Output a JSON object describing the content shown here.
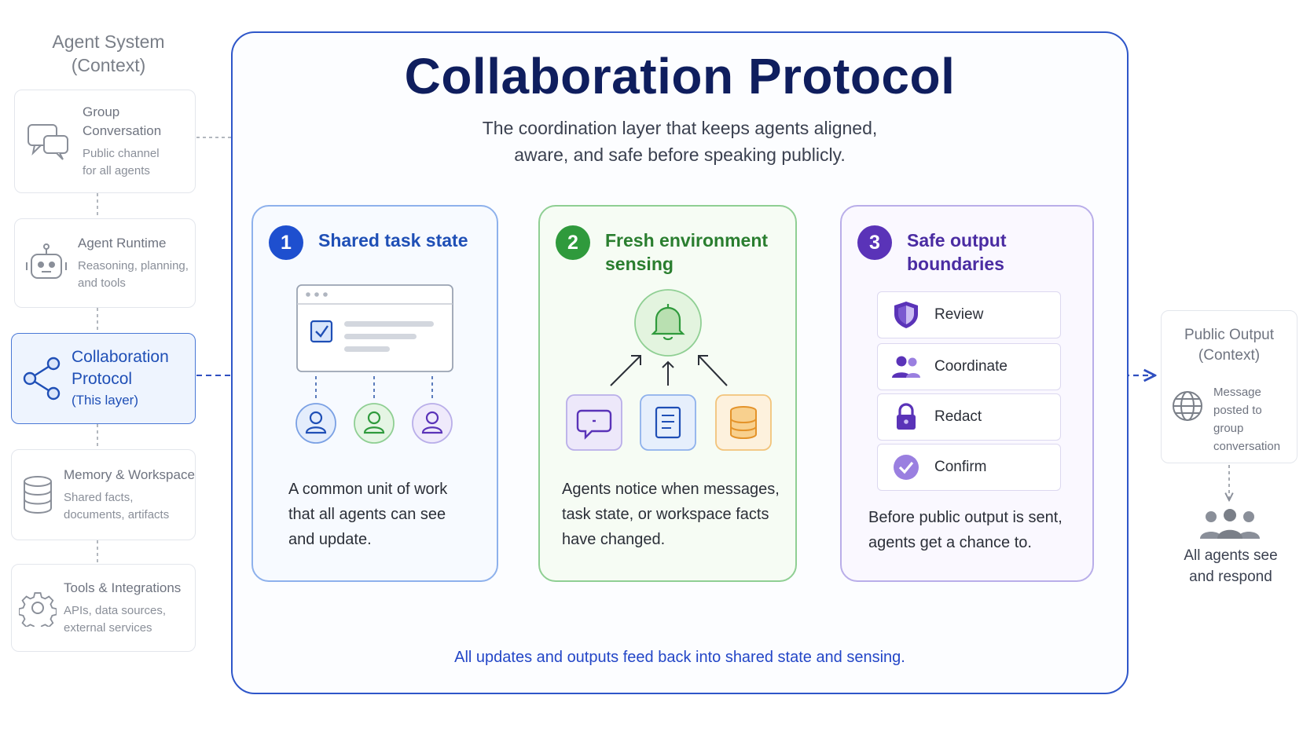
{
  "sidebar": {
    "title": "Agent System\n(Context)",
    "title_line1": "Agent System",
    "title_line2": "(Context)",
    "items": [
      {
        "icon": "chat-bubbles-icon",
        "title_line1": "Group",
        "title_line2": "Conversation",
        "sub_line1": "Public channel",
        "sub_line2": "for all agents"
      },
      {
        "icon": "robot-icon",
        "title": "Agent Runtime",
        "sub_line1": "Reasoning, planning,",
        "sub_line2": "and tools"
      },
      {
        "icon": "share-network-icon",
        "title_line1": "Collaboration",
        "title_line2": "Protocol",
        "sub": "(This layer)",
        "active": true
      },
      {
        "icon": "database-icon",
        "title": "Memory & Workspace",
        "sub_line1": "Shared facts,",
        "sub_line2": "documents, artifacts"
      },
      {
        "icon": "gear-icon",
        "title": "Tools & Integrations",
        "sub_line1": "APIs, data sources,",
        "sub_line2": "external services"
      }
    ]
  },
  "main": {
    "title": "Collaboration Protocol",
    "subtitle_line1": "The coordination layer that keeps agents aligned,",
    "subtitle_line2": "aware, and safe before speaking publicly.",
    "steps": [
      {
        "number": "1",
        "title": "Shared task state",
        "body_line1": "A common unit of work",
        "body_line2": "that all agents can see",
        "body_line3": "and update."
      },
      {
        "number": "2",
        "title_line1": "Fresh environment",
        "title_line2": "sensing",
        "body_line1": "Agents notice when messages,",
        "body_line2": "task state, or workspace facts",
        "body_line3": "have changed."
      },
      {
        "number": "3",
        "title_line1": "Safe output",
        "title_line2": "boundaries",
        "options": [
          "Review",
          "Coordinate",
          "Redact",
          "Confirm"
        ],
        "body_line1": "Before public output is sent,",
        "body_line2": "agents get a chance to."
      }
    ],
    "footer": "All updates and outputs feed back into shared state and sensing."
  },
  "right": {
    "title_line1": "Public Output",
    "title_line2": "(Context)",
    "sub_line1": "Message",
    "sub_line2": "posted to",
    "sub_line3": "group",
    "sub_line4": "conversation",
    "foot_line1": "All agents see",
    "foot_line2": "and respond"
  },
  "colors": {
    "navy": "#0f1e5e",
    "blue": "#1e4fcf",
    "green": "#2f9a3c",
    "purple": "#5a33b8",
    "orange": "#f0a43a",
    "gray": "#7a7f88"
  }
}
